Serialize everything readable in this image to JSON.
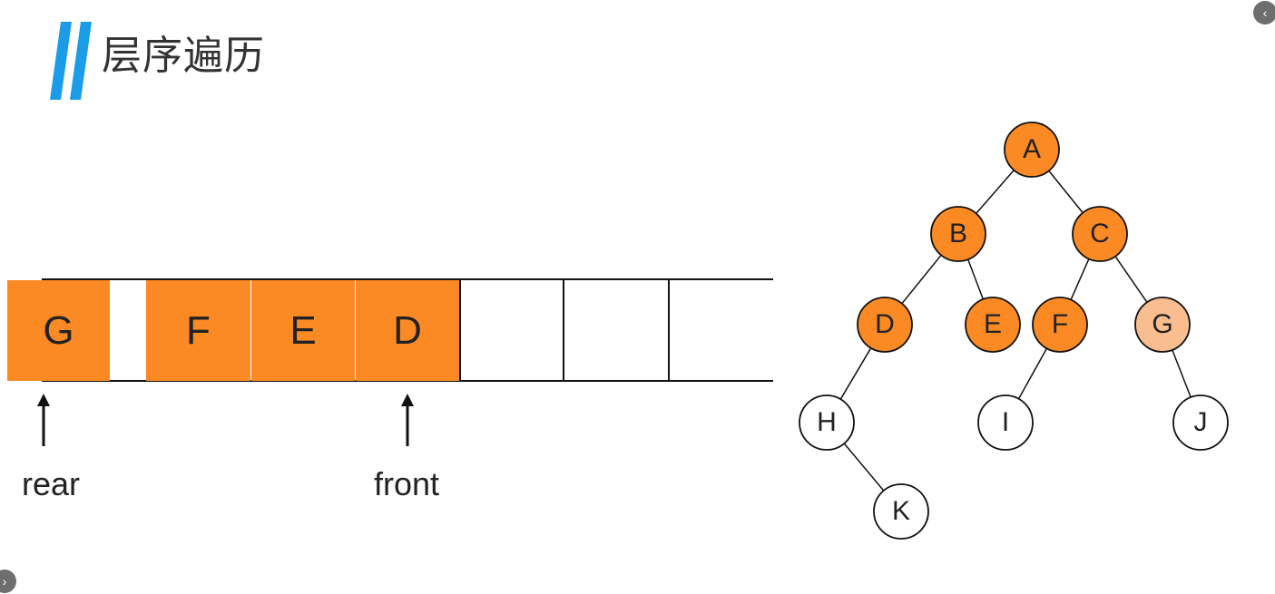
{
  "title": "层序遍历",
  "colors": {
    "accent_blue": "#1a9ce8",
    "visited_fill": "#fb8a24",
    "current_fill": "#f9bd90",
    "unvisited_fill": "#ffffff",
    "stroke": "#111111"
  },
  "queue": {
    "cells": [
      "G",
      "",
      "F",
      "E",
      "D",
      "",
      "",
      ""
    ],
    "rear_label": "rear",
    "front_label": "front"
  },
  "tree": {
    "nodes": [
      {
        "id": "A",
        "state": "visited"
      },
      {
        "id": "B",
        "state": "visited"
      },
      {
        "id": "C",
        "state": "visited"
      },
      {
        "id": "D",
        "state": "visited"
      },
      {
        "id": "E",
        "state": "visited"
      },
      {
        "id": "F",
        "state": "visited"
      },
      {
        "id": "G",
        "state": "current"
      },
      {
        "id": "H",
        "state": "unvisited"
      },
      {
        "id": "I",
        "state": "unvisited"
      },
      {
        "id": "J",
        "state": "unvisited"
      },
      {
        "id": "K",
        "state": "unvisited"
      }
    ],
    "edges": [
      [
        "A",
        "B"
      ],
      [
        "A",
        "C"
      ],
      [
        "B",
        "D"
      ],
      [
        "B",
        "E"
      ],
      [
        "C",
        "F"
      ],
      [
        "C",
        "G"
      ],
      [
        "D",
        "H"
      ],
      [
        "F",
        "I"
      ],
      [
        "G",
        "J"
      ],
      [
        "H",
        "K"
      ]
    ]
  },
  "controls": {
    "collapse_icon": "chevron-left-icon",
    "expand_icon": "chevron-right-icon"
  }
}
